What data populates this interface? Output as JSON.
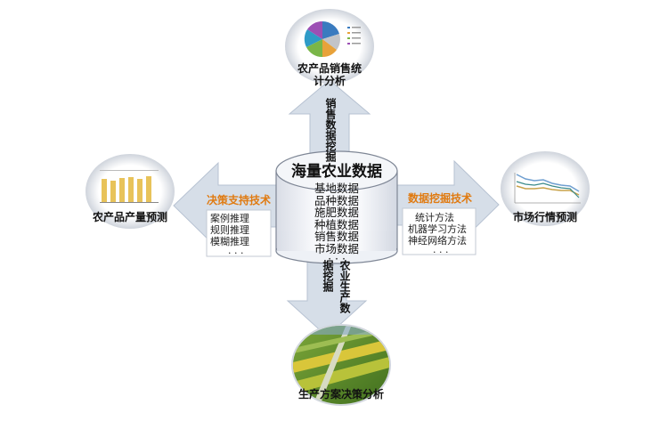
{
  "center": {
    "title": "海量农业数据",
    "items": [
      "基地数据",
      "品种数据",
      "施肥数据",
      "种植数据",
      "销售数据",
      "市场数据"
    ],
    "ellipsis": "· · ·"
  },
  "top": {
    "label_line1": "农产品销售统",
    "label_line2": "计分析",
    "arrow_text": "销售数据挖掘"
  },
  "left": {
    "label": "农产品产量预测",
    "arrow_text": "决策支持技术",
    "methods": [
      "案例推理",
      "规则推理",
      "模糊推理",
      "· · ·"
    ]
  },
  "right": {
    "label": "市场行情预测",
    "arrow_text": "数据挖掘技术",
    "methods": [
      "统计方法",
      "机器学习方法",
      "神经网络方法",
      "· · ·"
    ]
  },
  "bottom": {
    "label": "生产方案决策分析",
    "arrow_text_line1": "农业生产数",
    "arrow_text_line2": "据挖掘"
  },
  "colors": {
    "arrow": "#d5dde8",
    "arrow_stroke": "#b6c2d2",
    "accent": "#e07a10",
    "cylinder_top": "#eef1f6",
    "cylinder_body": "#f6f7fa"
  }
}
